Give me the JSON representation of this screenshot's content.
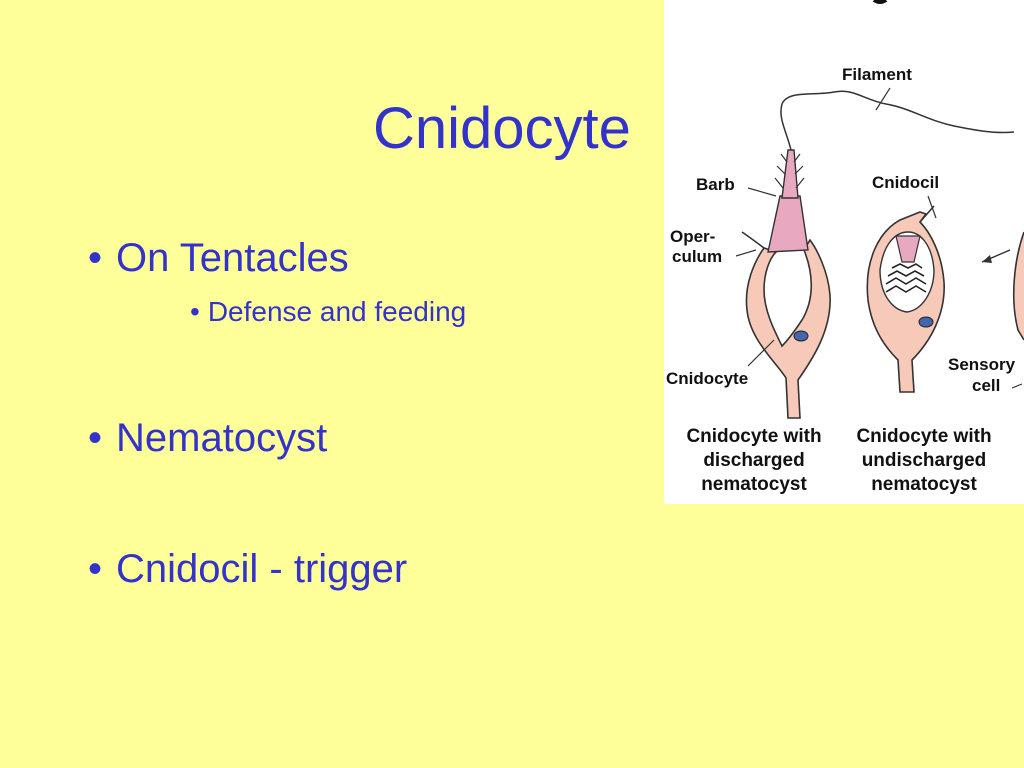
{
  "slide": {
    "title": "Cnidocyte",
    "bullets": [
      {
        "text": "On Tentacles",
        "level": 1
      },
      {
        "text": "Defense and feeding",
        "level": 2
      },
      {
        "text": "Nematocyst",
        "level": 1
      },
      {
        "text": "Cnidocil - trigger",
        "level": 1
      }
    ],
    "bullet_glyph": "•"
  },
  "figure": {
    "labels": {
      "filament": "Filament",
      "barb": "Barb",
      "cnidocil": "Cnidocil",
      "operculum_1": "Oper-",
      "operculum_2": "culum",
      "cnidocyte": "Cnidocyte",
      "sensory_1": "Sensory",
      "sensory_2": "cell"
    },
    "captions": {
      "left": [
        "Cnidocyte with",
        "discharged",
        "nematocyst"
      ],
      "right": [
        "Cnidocyte with",
        "undischarged",
        "nematocyst"
      ]
    }
  },
  "colors": {
    "background": "#FFFF99",
    "text": "#3333CC",
    "cell_fill": "#F7C9B8",
    "nematocyst_fill": "#E8A9C0"
  }
}
